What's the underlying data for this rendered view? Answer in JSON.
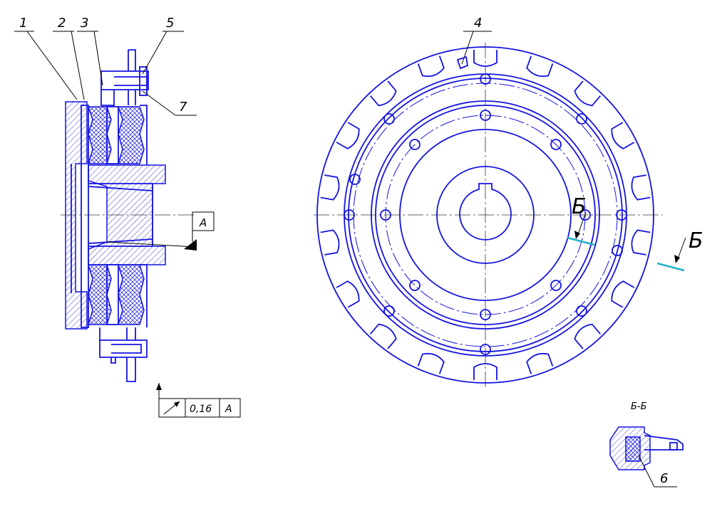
{
  "callouts": {
    "c1": "1",
    "c2": "2",
    "c3": "3",
    "c4": "4",
    "c5": "5",
    "c6": "6",
    "c7": "7"
  },
  "datum": {
    "label": "A"
  },
  "tolerance": {
    "value": "0,16",
    "datum": "A"
  },
  "section": {
    "mark": "Б",
    "title": "Б-Б"
  },
  "colors": {
    "outline": "#1414e0",
    "leader": "#000000",
    "cut_line": "#20b0c8",
    "axis": "#333333"
  }
}
